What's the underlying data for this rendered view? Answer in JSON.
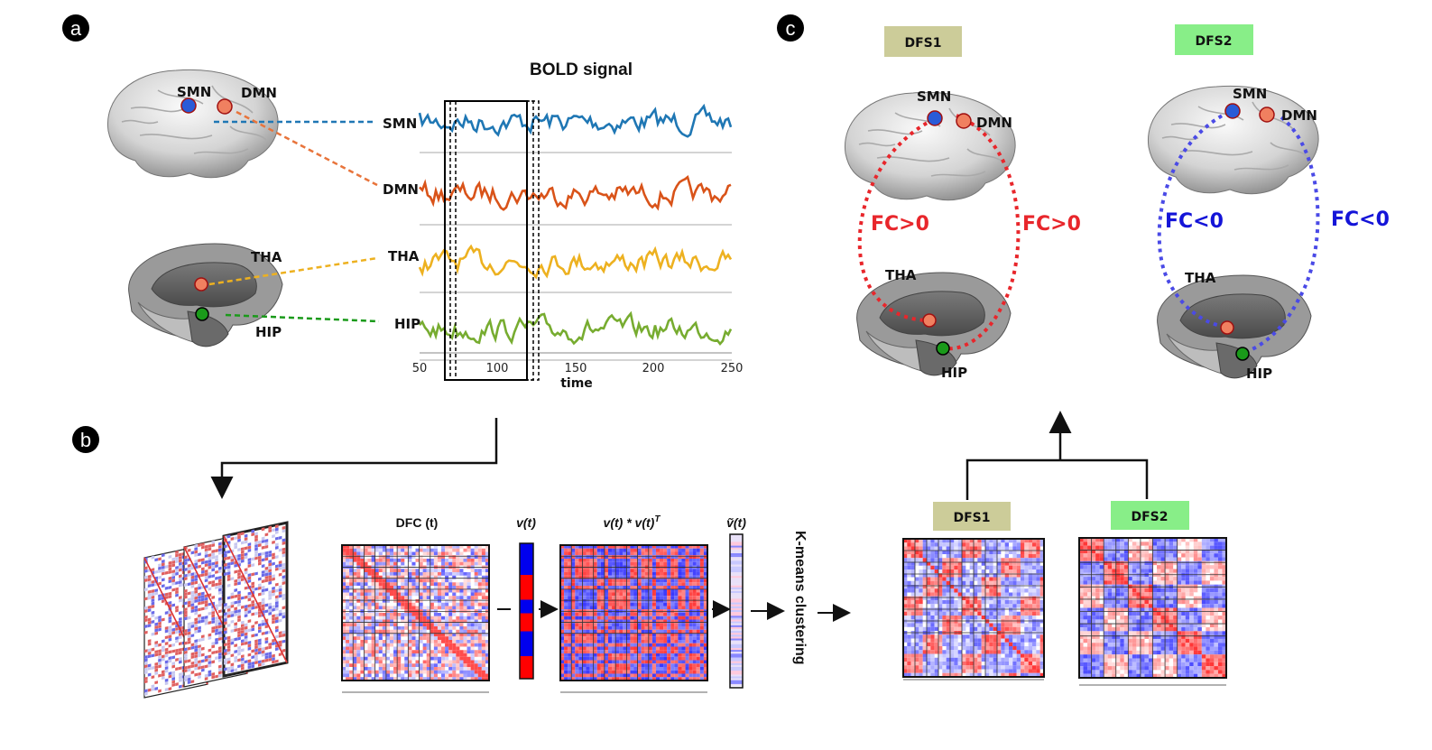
{
  "panels": {
    "a": "a",
    "b": "b",
    "c": "c"
  },
  "colors": {
    "smn": "#1f77b4",
    "dmn": "#d95319",
    "tha": "#edb120",
    "hip": "#77ac30",
    "pos_fc": "#e8262b",
    "neg_fc": "#3a3ae0",
    "dfs1_bg": "#cccc99",
    "dfs2_bg": "#88ee88",
    "node_blue": "#2a5bd7",
    "node_orange": "#f08060",
    "node_green": "#1a9a1a"
  },
  "panel_a": {
    "title": "BOLD signal",
    "regions": [
      "SMN",
      "DMN",
      "THA",
      "HIP"
    ],
    "brain_labels": {
      "smn": "SMN",
      "dmn": "DMN",
      "tha": "THA",
      "hip": "HIP"
    },
    "x_ticks": [
      "50",
      "100",
      "150",
      "200",
      "250"
    ],
    "x_label": "time"
  },
  "panel_b": {
    "dfc_title": "DFC (t)",
    "vt_title": "v(t)",
    "outer_title": "v(t) * v(t)",
    "outer_sup": "T",
    "vtilde_title": "ṽ(t)",
    "kmeans": "K-means clustering",
    "state1": "DFS1",
    "state2": "DFS2"
  },
  "panel_c": {
    "state1": "DFS1",
    "state2": "DFS2",
    "labels": {
      "smn": "SMN",
      "dmn": "DMN",
      "tha": "THA",
      "hip": "HIP"
    },
    "fc_pos": "FC>0",
    "fc_neg": "FC<0"
  }
}
